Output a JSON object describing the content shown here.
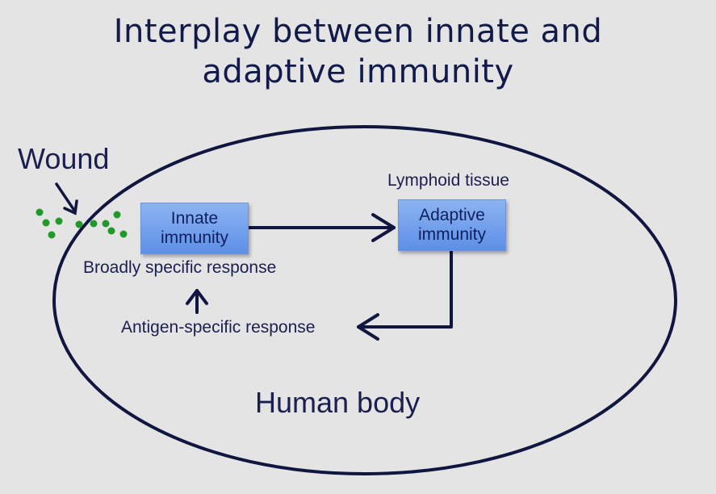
{
  "title": {
    "line1": "Interplay between innate and",
    "line2": "adaptive immunity"
  },
  "labels": {
    "wound": "Wound",
    "lymphoid_tissue": "Lymphoid tissue",
    "innate_line1": "Innate",
    "innate_line2": "immunity",
    "adaptive_line1": "Adaptive",
    "adaptive_line2": "immunity",
    "broadly_specific": "Broadly specific response",
    "antigen_specific": "Antigen-specific response",
    "human_body": "Human body"
  },
  "colors": {
    "background": "#e4e4e4",
    "outline": "#10163f",
    "box_fill": "#6f9be9",
    "microbe_dots": "#1f9a2a"
  }
}
